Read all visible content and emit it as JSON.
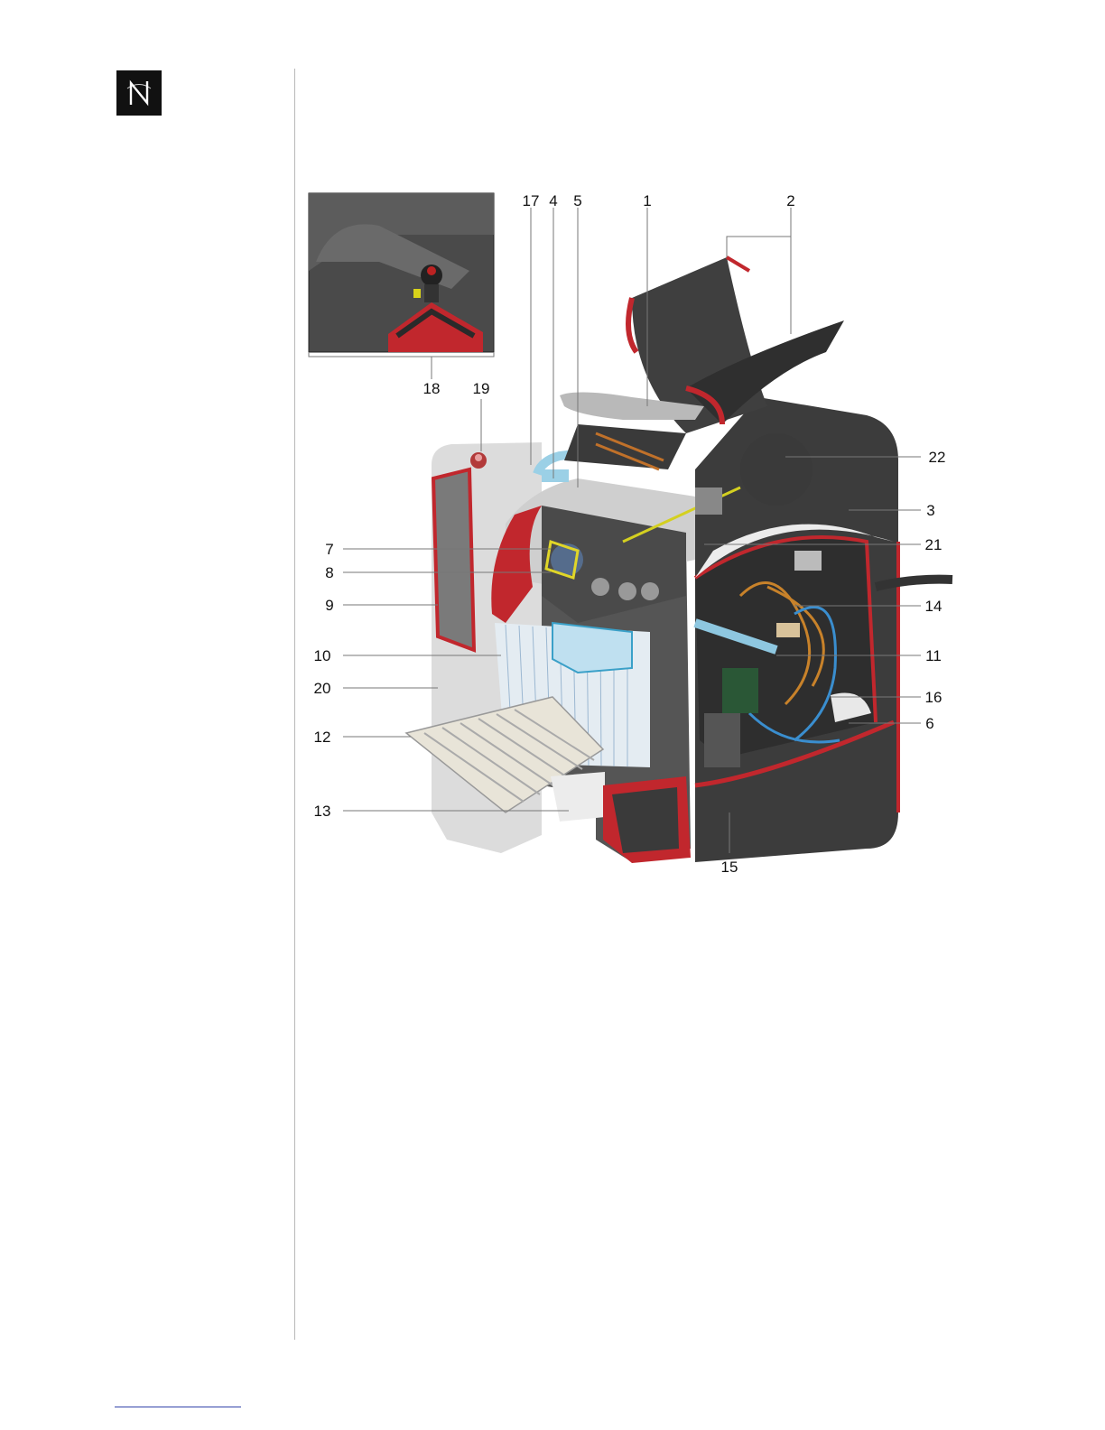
{
  "logo": {
    "icon": "nespresso-logo-icon",
    "letter": "N"
  },
  "diagram": {
    "subject": "cutaway-espresso-machine",
    "callouts": {
      "c1": "1",
      "c2": "2",
      "c3": "3",
      "c4": "4",
      "c5": "5",
      "c6": "6",
      "c7": "7",
      "c8": "8",
      "c9": "9",
      "c10": "10",
      "c11": "11",
      "c12": "12",
      "c13": "13",
      "c14": "14",
      "c15": "15",
      "c16": "16",
      "c17": "17",
      "c18": "18",
      "c19": "19",
      "c20": "20",
      "c21": "21",
      "c22": "22"
    }
  }
}
